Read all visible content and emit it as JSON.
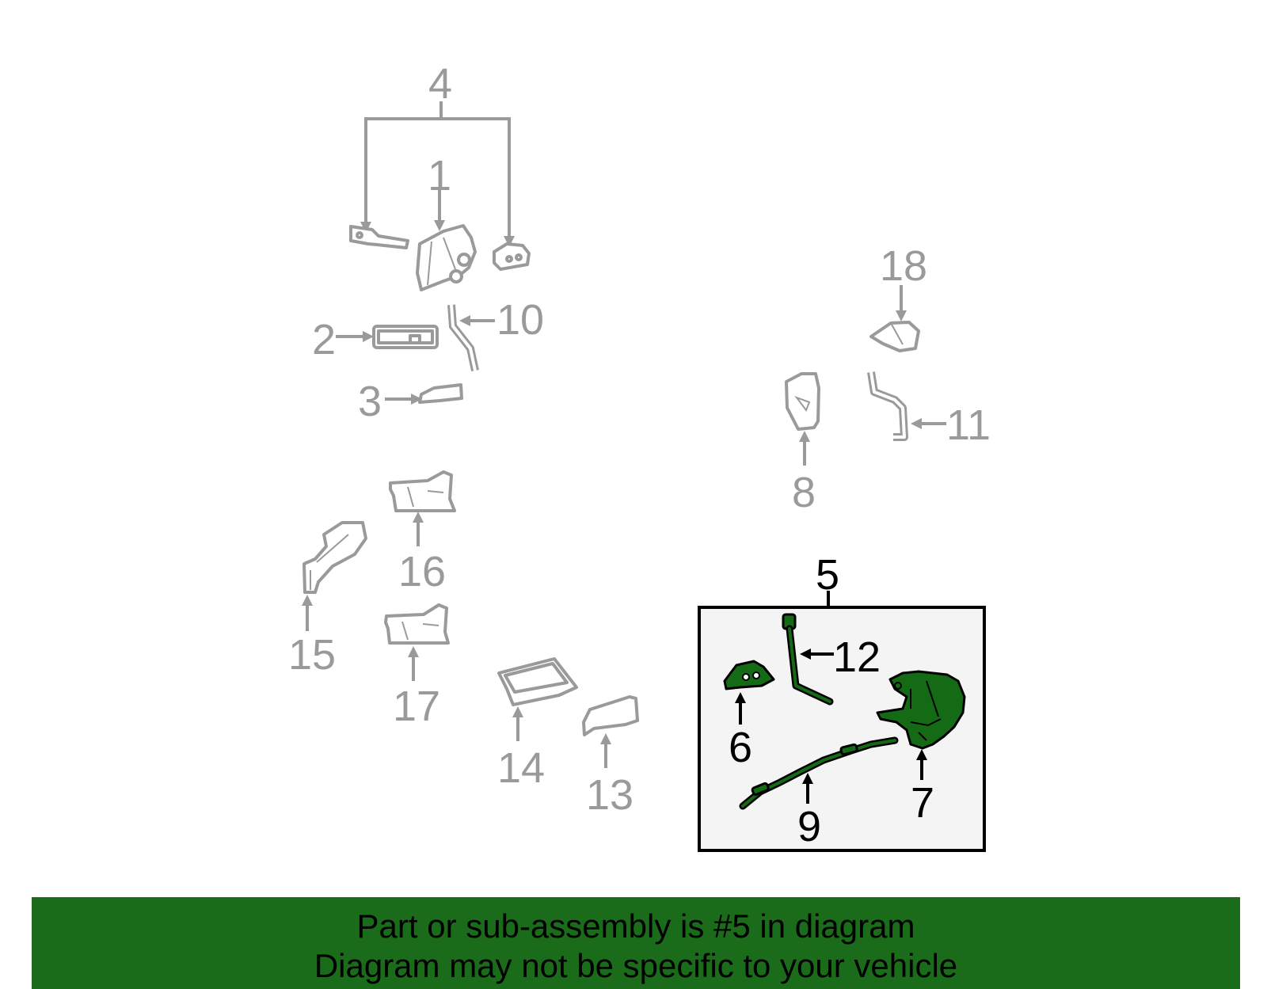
{
  "labels": {
    "p1": "1",
    "p2": "2",
    "p3": "3",
    "p4": "4",
    "p5": "5",
    "p6": "6",
    "p7": "7",
    "p8": "8",
    "p9": "9",
    "p10": "10",
    "p11": "11",
    "p12": "12",
    "p13": "13",
    "p14": "14",
    "p15": "15",
    "p16": "16",
    "p17": "17",
    "p18": "18"
  },
  "highlight": {
    "part": "5",
    "color": "#156b15",
    "box_fill": "#f4f4f4"
  },
  "colors": {
    "gray_parts": "#9a9a9a",
    "banner": "#1a6b1a"
  },
  "banner": {
    "line1": "Part or sub-assembly is #5 in diagram",
    "line2": "Diagram may not be specific to your vehicle"
  }
}
